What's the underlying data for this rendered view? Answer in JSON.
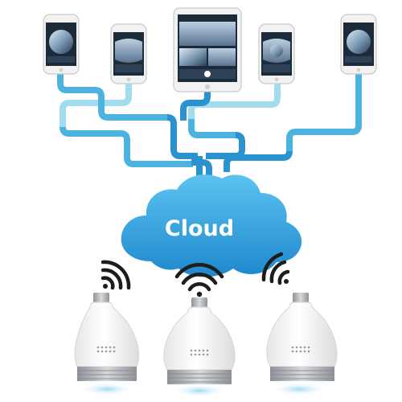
{
  "cloud": {
    "label": "Cloud"
  },
  "devices": [
    {
      "type": "phone",
      "screen": "fisheye-camera-view"
    },
    {
      "type": "phone",
      "screen": "panoramic-camera-view"
    },
    {
      "type": "tablet",
      "screen": "multi-camera-grid-view"
    },
    {
      "type": "phone",
      "screen": "panoramic-camera-view"
    },
    {
      "type": "phone",
      "screen": "fisheye-camera-view"
    }
  ],
  "bulbs": [
    {
      "type": "wifi-camera-bulb"
    },
    {
      "type": "wifi-camera-bulb"
    },
    {
      "type": "wifi-camera-bulb"
    }
  ],
  "colors": {
    "pipe_dark": "#2a93cf",
    "pipe_mid": "#4cb3e0",
    "pipe_light": "#a3dcef",
    "cloud_top": "#5cc3f0",
    "cloud_bottom": "#1f88cd",
    "wifi": "#1d1d1b",
    "device_body": "#f2f2f2",
    "screen_dark": "#1c2a3a",
    "bulb_body": "#fafafa",
    "bulb_base": "#b8bcc0",
    "bulb_glow": "#bfe4f7"
  }
}
